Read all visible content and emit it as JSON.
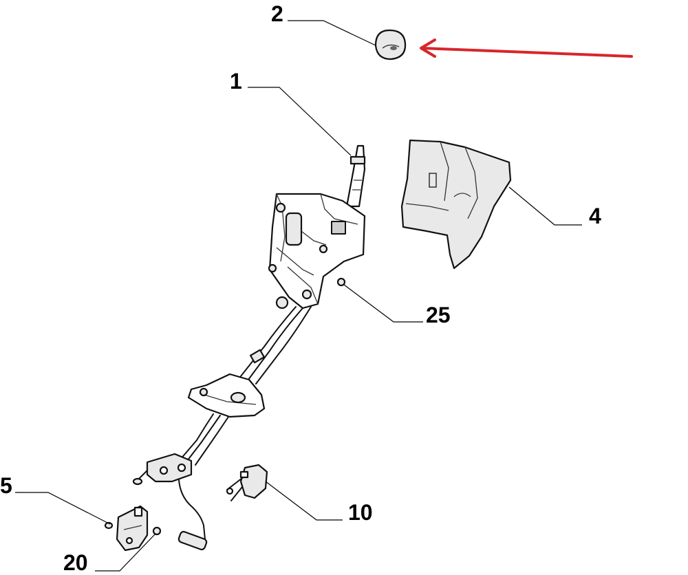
{
  "diagram": {
    "callouts": [
      {
        "id": "c2",
        "label": "2"
      },
      {
        "id": "c1",
        "label": "1"
      },
      {
        "id": "c4",
        "label": "4"
      },
      {
        "id": "c25",
        "label": "25"
      },
      {
        "id": "c5",
        "label": "5"
      },
      {
        "id": "c10",
        "label": "10"
      },
      {
        "id": "c20",
        "label": "20"
      }
    ],
    "colors": {
      "arrow": "#d8252a",
      "lines": "#111111",
      "background": "#ffffff"
    }
  }
}
